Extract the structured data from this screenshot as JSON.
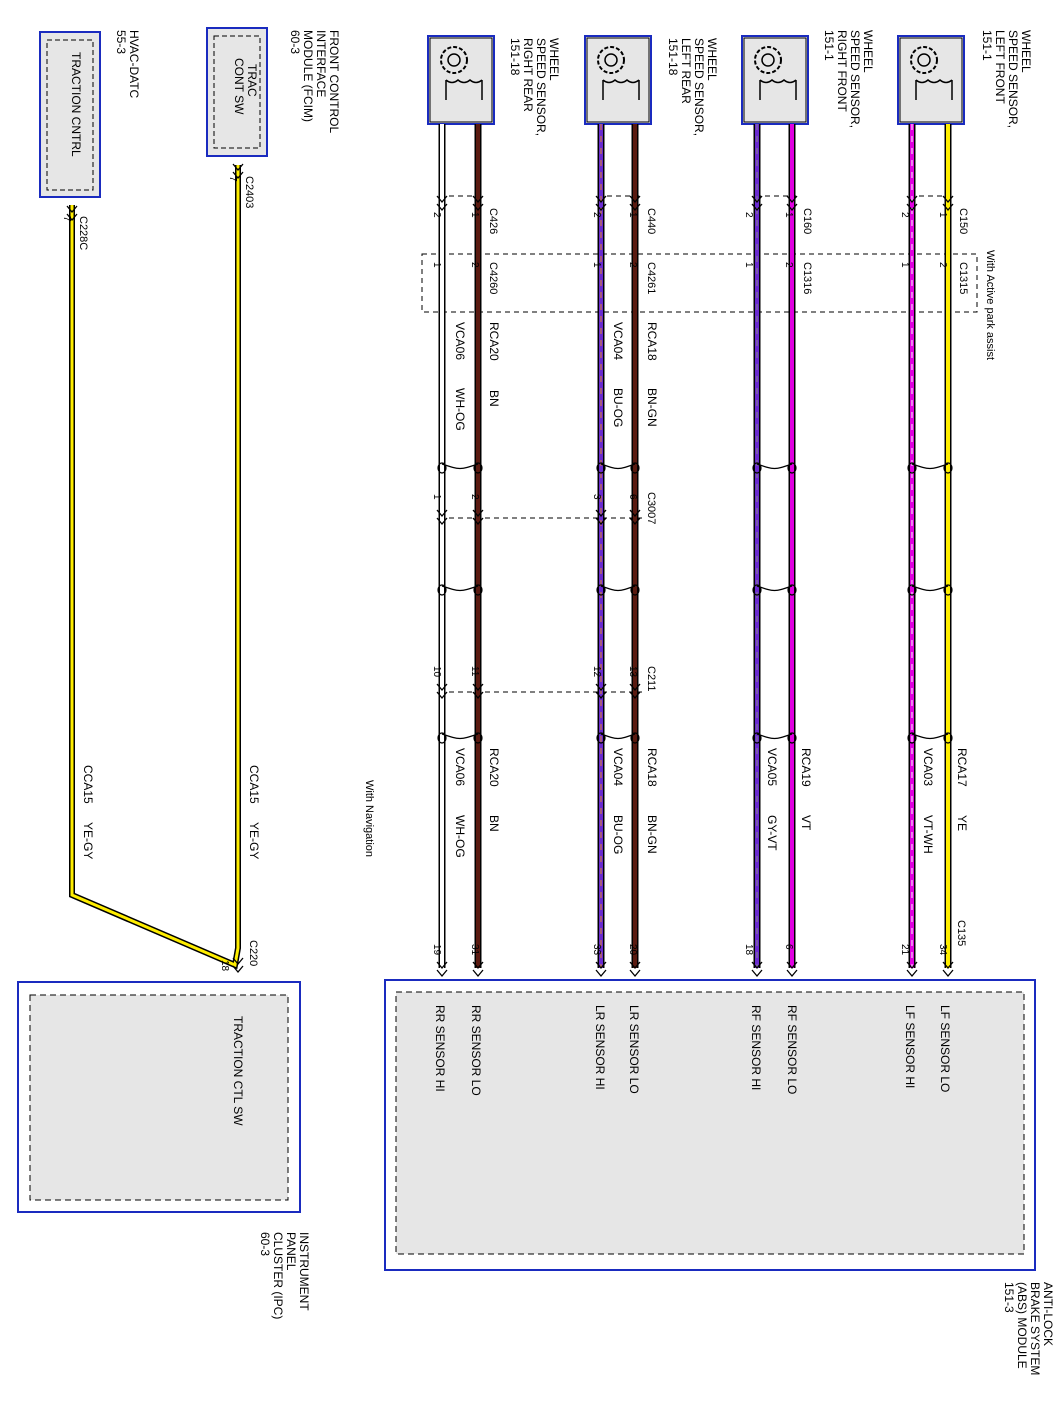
{
  "colors": {
    "brown": "#5a1a10",
    "violet": "#e000e0",
    "yellow": "#ffee00",
    "gray": "#e6e6e6",
    "blue": "#1a2bbf",
    "white": "#ffffff",
    "purple_stripe": "#6a2bd0",
    "orange_stripe": "#e08a2a"
  },
  "components": {
    "lf": {
      "name": "WHEEL SPEED SENSOR, LEFT FRONT",
      "ref": "151-1",
      "l1": "WHEEL",
      "l2": "SPEED SENSOR,",
      "l3": "LEFT FRONT",
      "l4": "151-1"
    },
    "rf": {
      "name": "WHEEL SPEED SENSOR, RIGHT FRONT",
      "ref": "151-1",
      "l1": "WHEEL",
      "l2": "SPEED SENSOR,",
      "l3": "RIGHT FRONT",
      "l4": "151-1"
    },
    "lr": {
      "name": "WHEEL SPEED SENSOR, LEFT REAR",
      "ref": "151-18",
      "l1": "WHEEL",
      "l2": "SPEED SENSOR,",
      "l3": "LEFT REAR",
      "l4": "151-18"
    },
    "rr": {
      "name": "WHEEL SPEED SENSOR, RIGHT REAR",
      "ref": "151-18",
      "l1": "WHEEL",
      "l2": "SPEED SENSOR,",
      "l3": "RIGHT REAR",
      "l4": "151-18"
    },
    "fcim": {
      "l1": "FRONT CONTROL",
      "l2": "INTERFACE",
      "l3": "MODULE (FCIM)",
      "l4": "60-3",
      "switch1": "TRAC",
      "switch2": "CONT SW"
    },
    "hvac": {
      "l1": "HVAC-DATC",
      "l2": "55-3",
      "switch": "TRACTION CNTRL"
    },
    "abs": {
      "l1": "ANTI-LOCK",
      "l2": "BRAKE SYSTEM",
      "l3": "(ABS) MODULE",
      "l4": "151-3"
    },
    "ipc": {
      "l1": "INSTRUMENT",
      "l2": "PANEL",
      "l3": "CLUSTER (IPC)",
      "l4": "60-3",
      "pin_label": "TRACTION CTL SW"
    }
  },
  "notes": {
    "active_park": "With Active park assist",
    "navigation": "With Navigation"
  },
  "connectors": {
    "c150": "C150",
    "c160": "C160",
    "c440": "C440",
    "c426": "C426",
    "c1315": "C1315",
    "c1316": "C1316",
    "c4261": "C4261",
    "c4260": "C4260",
    "c3007": "C3007",
    "c211": "C211",
    "c135": "C135",
    "c2403": "C2403",
    "c228c": "C228C",
    "c220": "C220"
  },
  "circuits": {
    "rca17": "RCA17",
    "ye": "YE",
    "vca03": "VCA03",
    "vtwh": "VT-WH",
    "rca19": "RCA19",
    "vt": "VT",
    "vca05": "VCA05",
    "gyvt": "GY-VT",
    "rca18": "RCA18",
    "bngn": "BN-GN",
    "vca04": "VCA04",
    "buog": "BU-OG",
    "rca20": "RCA20",
    "bn": "BN",
    "vca06": "VCA06",
    "whog": "WH-OG",
    "cca15": "CCA15",
    "yegy": "YE-GY"
  },
  "abs_pins": {
    "lf_lo": "LF SENSOR LO",
    "lf_hi": "LF SENSOR HI",
    "rf_lo": "RF SENSOR LO",
    "rf_hi": "RF SENSOR HI",
    "lr_lo": "LR SENSOR LO",
    "lr_hi": "LR SENSOR HI",
    "rr_lo": "RR SENSOR LO",
    "rr_hi": "RR SENSOR HI"
  },
  "pins": {
    "p1": "1",
    "p2": "2",
    "p3": "3",
    "p6": "6",
    "p7": "7",
    "p10": "10",
    "p11": "11",
    "p12": "12",
    "p13": "13",
    "p18": "18",
    "p19": "19",
    "p20": "20",
    "p21": "21",
    "p31": "31",
    "p33": "33",
    "p34": "34"
  }
}
